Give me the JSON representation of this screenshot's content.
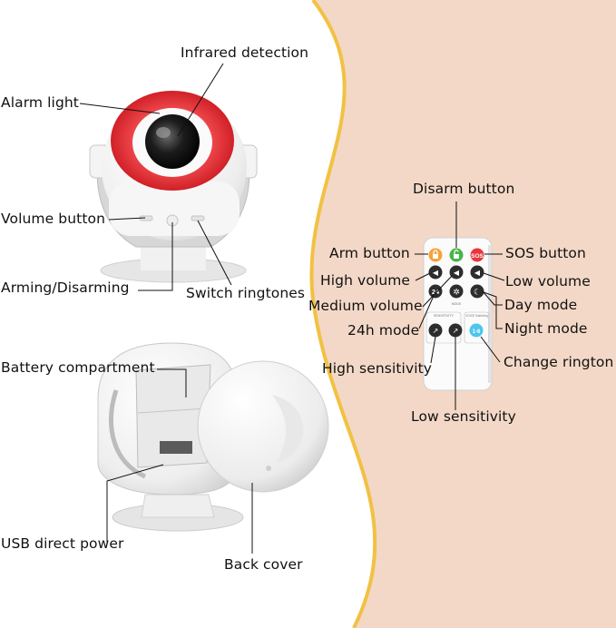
{
  "device_labels": {
    "infrared": "Infrared detection",
    "alarm_light": "Alarm light",
    "volume_button": "Volume button",
    "arming": "Arming/Disarming",
    "switch_ringtones": "Switch ringtones",
    "battery": "Battery compartment",
    "usb": "USB direct power",
    "back_cover": "Back cover"
  },
  "remote_labels": {
    "disarm": "Disarm button",
    "arm": "Arm button",
    "sos": "SOS button",
    "high_volume": "High volume",
    "low_volume": "Low volume",
    "medium_volume": "Medium volume",
    "day_mode": "Day mode",
    "h24_mode": "24h mode",
    "night_mode": "Night mode",
    "high_sensitivity": "High sensitivity",
    "change_ringtone": "Change rington",
    "low_sensitivity": "Low sensitivity"
  },
  "remote_text": {
    "sos_key": "SOS",
    "key_24": "24",
    "sensitivity": "SENSITIVITY",
    "voice_switching": "VOICE Switching",
    "mode": "MODE",
    "ringtone_key": "1-6"
  },
  "colors": {
    "background_right": "#f3d8c7",
    "wave_border": "#f2c143",
    "alarm_red": "#e2262d",
    "arm_orange": "#f5a33a",
    "disarm_green": "#46b649",
    "sos_red": "#e8363c",
    "ringtone_cyan": "#4cc6ea"
  }
}
